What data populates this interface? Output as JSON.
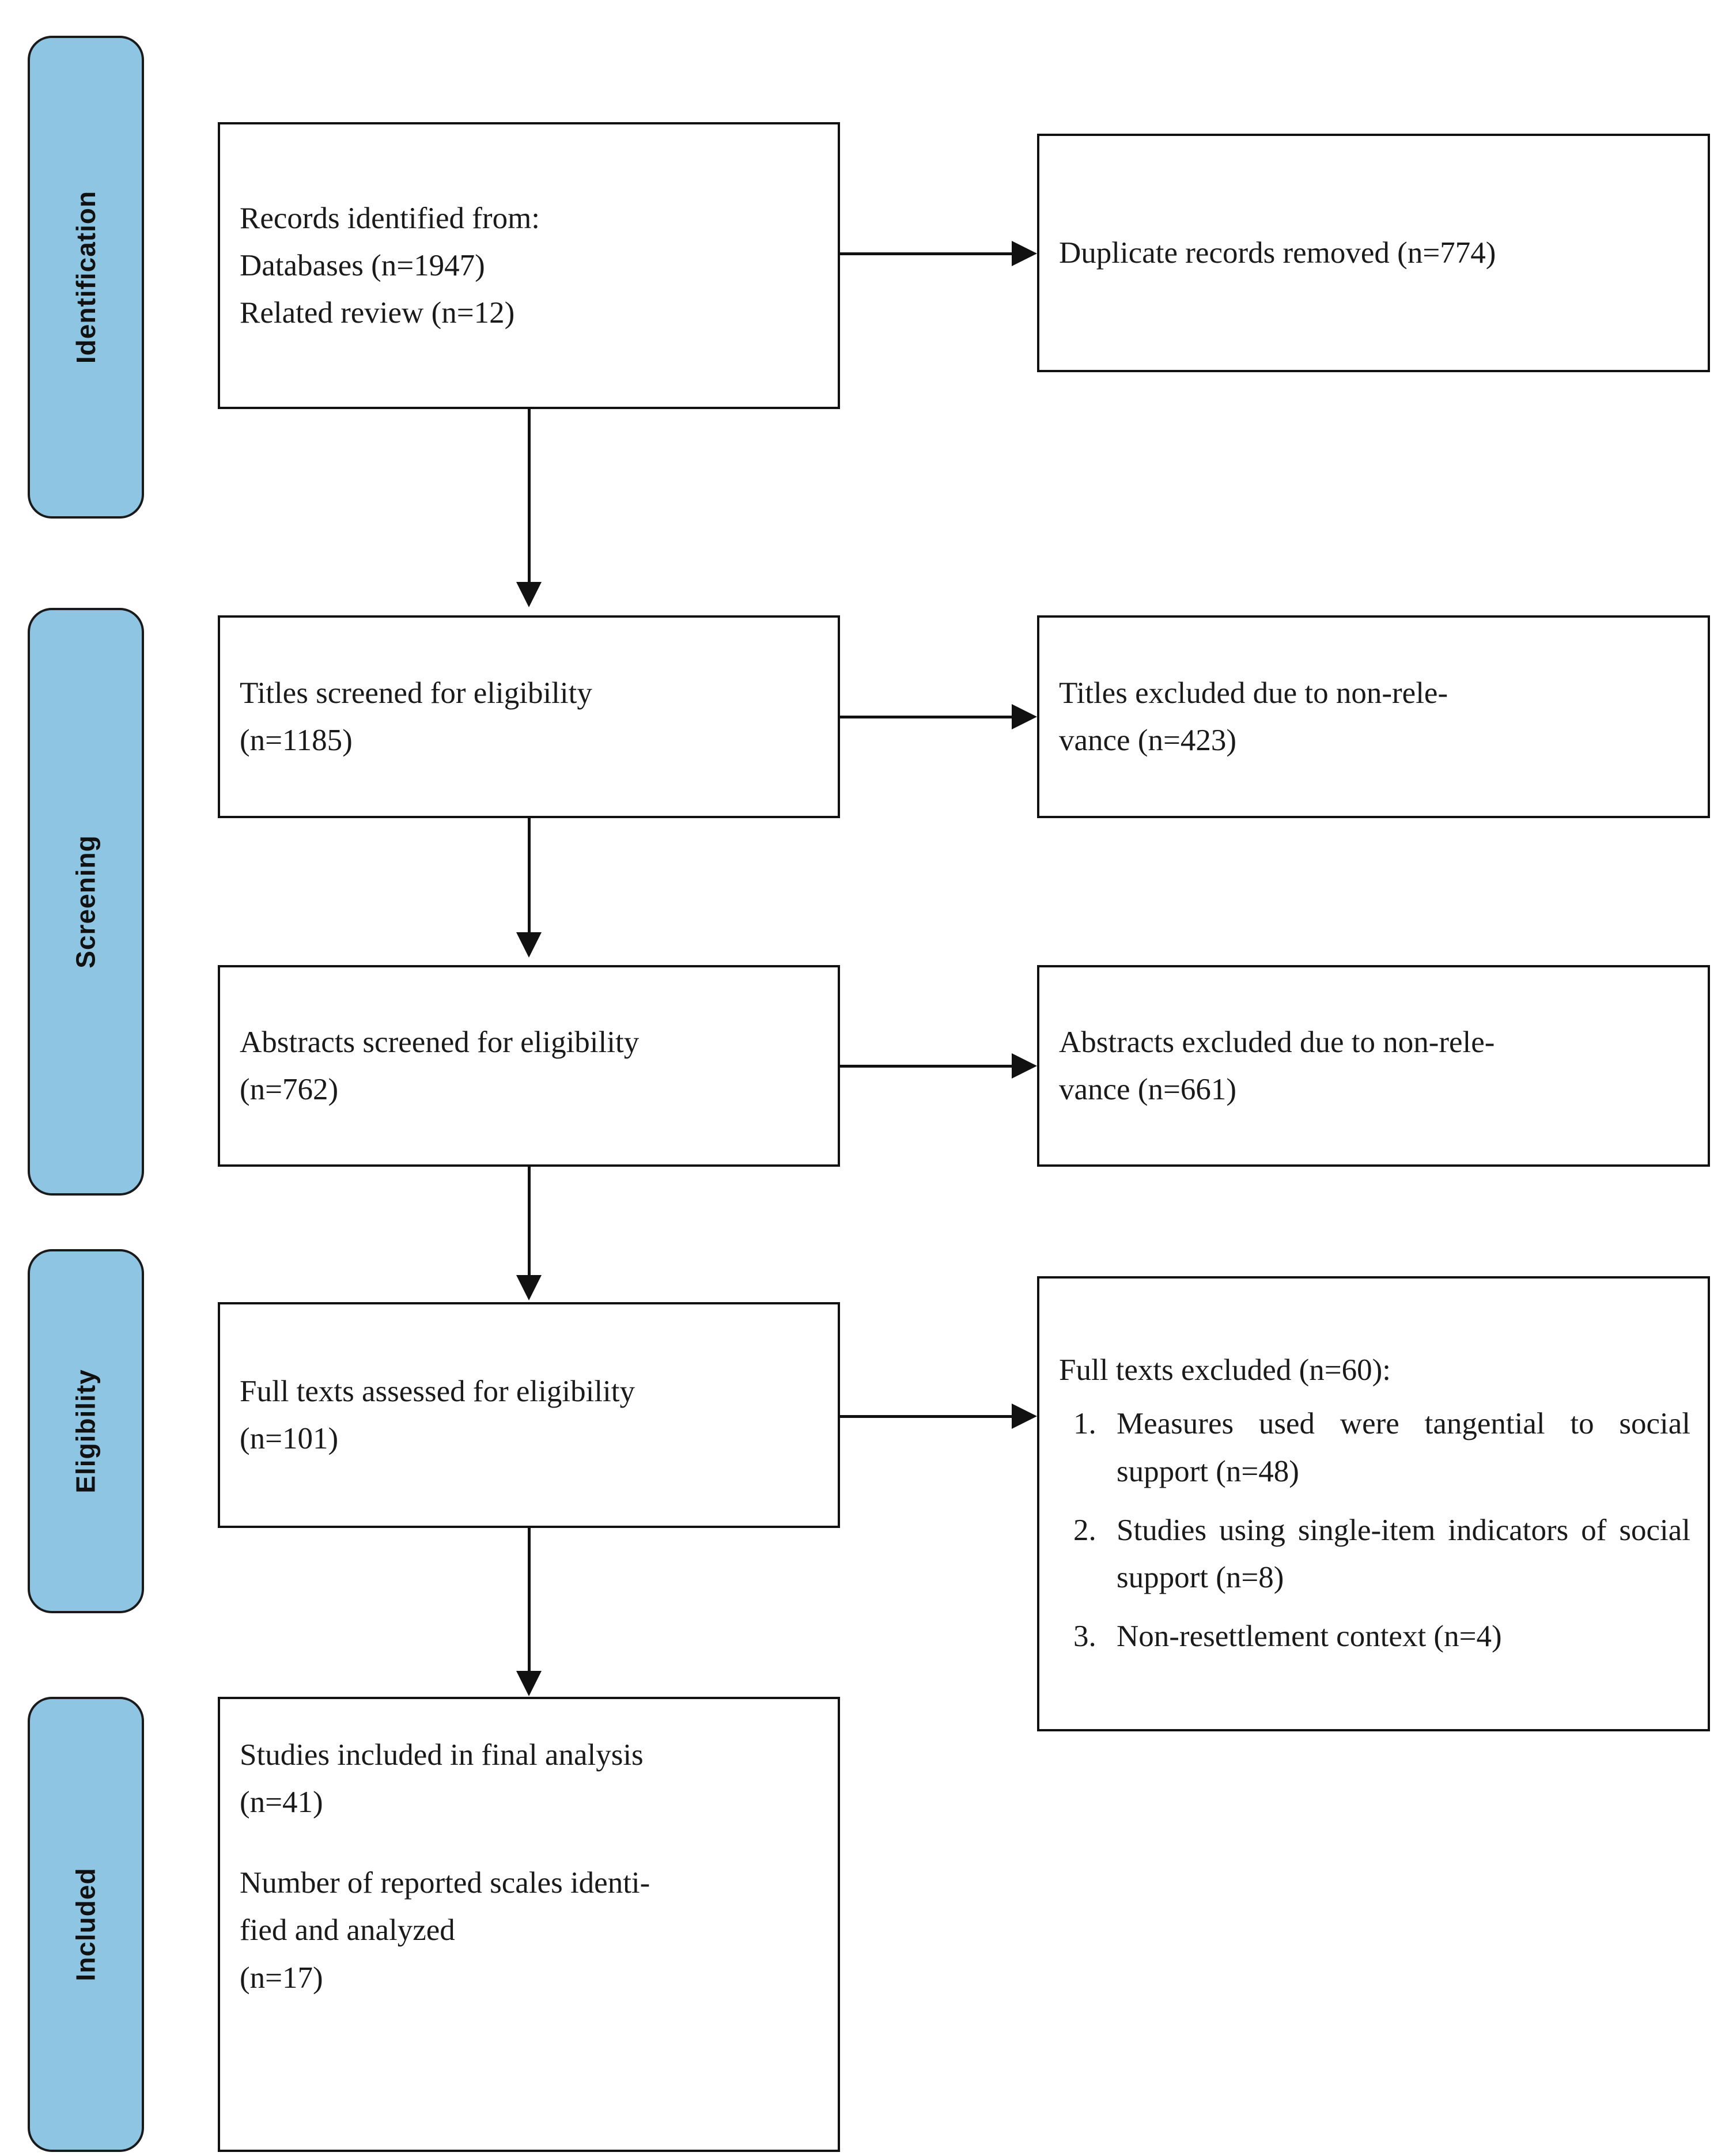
{
  "diagram": {
    "type": "prisma-flow-diagram",
    "accent_color": "#8ec5e2",
    "line_color": "#111111",
    "background": "#ffffff"
  },
  "stages": [
    {
      "id": "identification",
      "label": "Identification"
    },
    {
      "id": "screening",
      "label": "Screening"
    },
    {
      "id": "eligibility",
      "label": "Eligibility"
    },
    {
      "id": "included",
      "label": "Included"
    }
  ],
  "boxes": {
    "records_identified": {
      "lines": [
        "Records identified from:",
        "Databases (n=1947)",
        "Related review (n=12)"
      ]
    },
    "duplicates_removed": {
      "lines": [
        "Duplicate records removed (n=774)"
      ]
    },
    "titles_screened": {
      "lines": [
        "Titles screened for eligibility",
        "(n=1185)"
      ]
    },
    "titles_excluded": {
      "lines": [
        "Titles excluded due to non-rele-",
        "vance (n=423)"
      ]
    },
    "abstracts_screened": {
      "lines": [
        "Abstracts screened for eligibility",
        "(n=762)"
      ]
    },
    "abstracts_excluded": {
      "lines": [
        "Abstracts excluded due to non-rele-",
        "vance (n=661)"
      ]
    },
    "fulltexts_assessed": {
      "lines": [
        "Full texts assessed for eligibility",
        "(n=101)"
      ]
    },
    "fulltexts_excluded": {
      "heading": "Full texts excluded (n=60):",
      "items": [
        "Measures used were tangential to social support (n=48)",
        "Studies using single-item indicators of social support (n=8)",
        "Non-resettlement context (n=4)"
      ]
    },
    "studies_included": {
      "lines_a": [
        "Studies included in final analysis",
        "(n=41)"
      ],
      "lines_b": [
        "Number of reported scales identi-",
        "fied and analyzed",
        "(n=17)"
      ]
    }
  },
  "flow_data": {
    "records_databases": 1947,
    "records_related_review": 12,
    "duplicates_removed": 774,
    "titles_screened": 1185,
    "titles_excluded": 423,
    "abstracts_screened": 762,
    "abstracts_excluded": 661,
    "fulltexts_assessed": 101,
    "fulltexts_excluded_total": 60,
    "fulltexts_excluded_tangential_measures": 48,
    "fulltexts_excluded_single_item": 8,
    "fulltexts_excluded_non_resettlement": 4,
    "studies_included": 41,
    "scales_identified_analyzed": 17
  }
}
